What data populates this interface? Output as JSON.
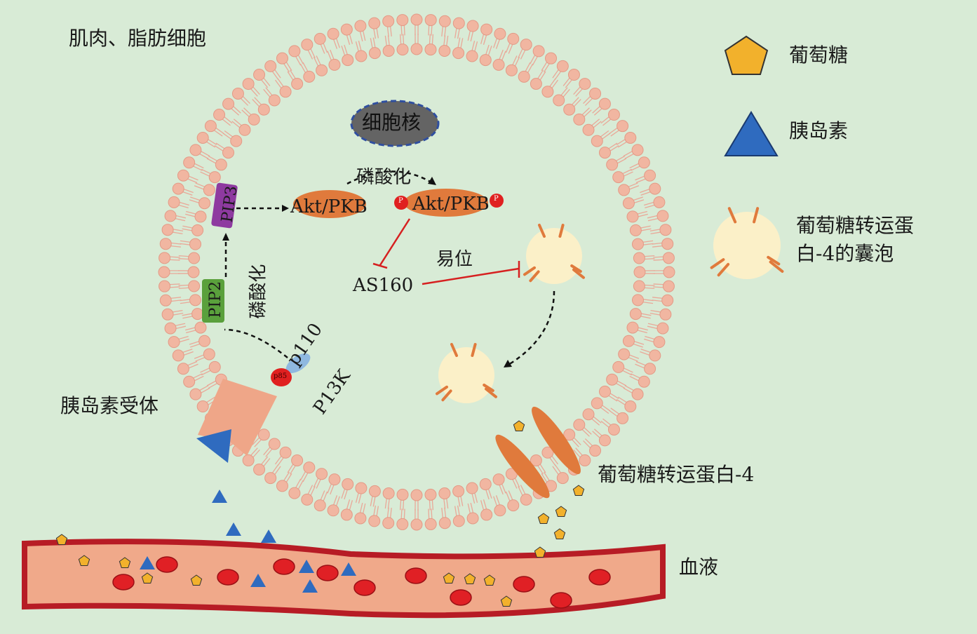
{
  "title": "肌肉、脂肪细胞",
  "nucleus": "细胞核",
  "pip3": "PIP3",
  "pip2": "PIP2",
  "akt": "Akt/PKB",
  "akt_p": "Akt/PKB",
  "phospho_top": "磷酸化",
  "phospho_side": "磷酸化",
  "p_mark": "P",
  "as160": "AS160",
  "translocation": "易位",
  "p110": "p110",
  "p85": "p85",
  "pi3k": "P13K",
  "receptor": "胰岛素受体",
  "glut4": "葡萄糖转运蛋白-4",
  "blood": "血液",
  "legend": {
    "glucose": "葡萄糖",
    "insulin": "胰岛素",
    "vesicle_line1": "葡萄糖转运蛋",
    "vesicle_line2": "白-4的囊泡"
  },
  "colors": {
    "bg": "#d8ebd6",
    "head": "#f1b6a1",
    "akt": "#e07a3c",
    "insulin": "#2f6bbf",
    "glucose": "#f2b12c",
    "blood": "#b71c25"
  }
}
